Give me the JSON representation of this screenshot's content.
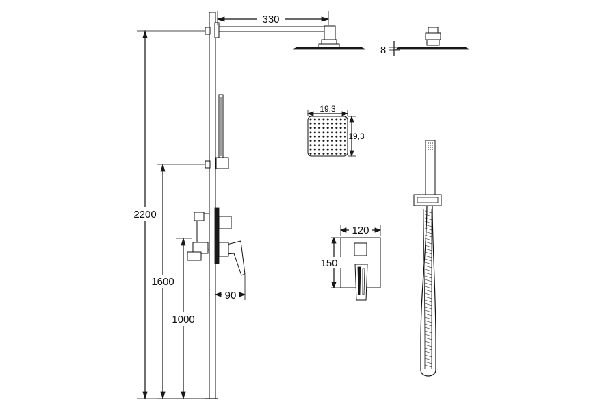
{
  "dimensions": {
    "arm_length": "330",
    "total_height": "2200",
    "holder_height": "1600",
    "mixer_height": "1000",
    "mixer_depth": "90",
    "head_thickness": "8",
    "head_width": "19,3",
    "head_height": "19,3",
    "plate_width": "120",
    "plate_height": "150"
  }
}
